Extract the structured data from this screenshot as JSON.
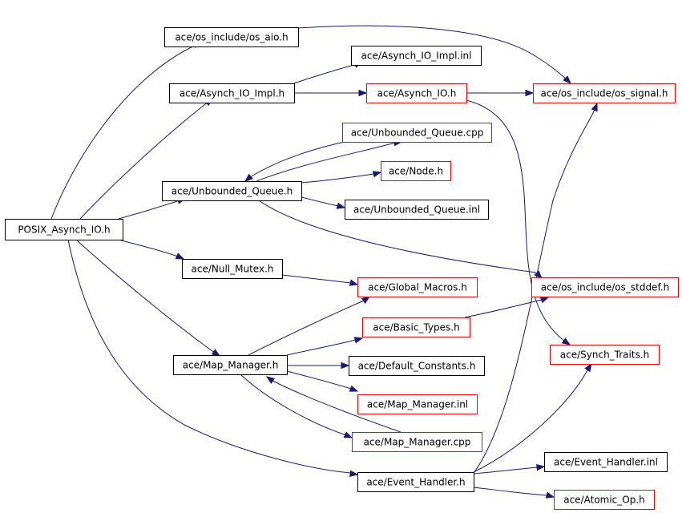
{
  "diagram": {
    "colors": {
      "edge": "#191970",
      "root_fill": "#bfbfbf",
      "border_documented": "#000000",
      "border_undocumented": "#ff0000"
    },
    "nodes": [
      {
        "id": "root",
        "label": "POSIX_Asynch_IO.h",
        "style": "root"
      },
      {
        "id": "os_aio",
        "label": "ace/os_include/os_aio.h",
        "style": "documented"
      },
      {
        "id": "aio_impl_inl",
        "label": "ace/Asynch_IO_Impl.inl",
        "style": "documented"
      },
      {
        "id": "aio_impl_h",
        "label": "ace/Asynch_IO_Impl.h",
        "style": "documented"
      },
      {
        "id": "asynch_io_h",
        "label": "ace/Asynch_IO.h",
        "style": "undocumented"
      },
      {
        "id": "os_signal",
        "label": "ace/os_include/os_signal.h",
        "style": "undocumented"
      },
      {
        "id": "uq_cpp",
        "label": "ace/Unbounded_Queue.cpp",
        "style": "undocumented"
      },
      {
        "id": "node_h",
        "label": "ace/Node.h",
        "style": "undocumented"
      },
      {
        "id": "uq_h",
        "label": "ace/Unbounded_Queue.h",
        "style": "documented"
      },
      {
        "id": "uq_inl",
        "label": "ace/Unbounded_Queue.inl",
        "style": "documented"
      },
      {
        "id": "null_mutex",
        "label": "ace/Null_Mutex.h",
        "style": "documented"
      },
      {
        "id": "global_macros",
        "label": "ace/Global_Macros.h",
        "style": "undocumented"
      },
      {
        "id": "os_stddef",
        "label": "ace/os_include/os_stddef.h",
        "style": "undocumented"
      },
      {
        "id": "basic_types",
        "label": "ace/Basic_Types.h",
        "style": "undocumented"
      },
      {
        "id": "synch_traits",
        "label": "ace/Synch_Traits.h",
        "style": "undocumented"
      },
      {
        "id": "map_manager_h",
        "label": "ace/Map_Manager.h",
        "style": "documented"
      },
      {
        "id": "default_constants",
        "label": "ace/Default_Constants.h",
        "style": "documented"
      },
      {
        "id": "map_manager_inl",
        "label": "ace/Map_Manager.inl",
        "style": "undocumented"
      },
      {
        "id": "map_manager_cpp",
        "label": "ace/Map_Manager.cpp",
        "style": "undocumented"
      },
      {
        "id": "event_handler_inl",
        "label": "ace/Event_Handler.inl",
        "style": "documented"
      },
      {
        "id": "event_handler_h",
        "label": "ace/Event_Handler.h",
        "style": "documented"
      },
      {
        "id": "atomic_op",
        "label": "ace/Atomic_Op.h",
        "style": "undocumented"
      }
    ],
    "edges": [
      {
        "from": "root",
        "to": "os_aio"
      },
      {
        "from": "root",
        "to": "aio_impl_h"
      },
      {
        "from": "root",
        "to": "uq_h"
      },
      {
        "from": "root",
        "to": "null_mutex"
      },
      {
        "from": "root",
        "to": "map_manager_h"
      },
      {
        "from": "root",
        "to": "event_handler_h"
      },
      {
        "from": "os_aio",
        "to": "os_signal"
      },
      {
        "from": "aio_impl_h",
        "to": "aio_impl_inl"
      },
      {
        "from": "aio_impl_h",
        "to": "asynch_io_h"
      },
      {
        "from": "asynch_io_h",
        "to": "os_signal"
      },
      {
        "from": "asynch_io_h",
        "to": "synch_traits"
      },
      {
        "from": "uq_h",
        "to": "uq_cpp"
      },
      {
        "from": "uq_cpp",
        "to": "uq_h"
      },
      {
        "from": "uq_h",
        "to": "node_h"
      },
      {
        "from": "uq_h",
        "to": "uq_inl"
      },
      {
        "from": "uq_h",
        "to": "os_stddef"
      },
      {
        "from": "null_mutex",
        "to": "global_macros"
      },
      {
        "from": "map_manager_h",
        "to": "global_macros"
      },
      {
        "from": "map_manager_h",
        "to": "basic_types"
      },
      {
        "from": "map_manager_h",
        "to": "default_constants"
      },
      {
        "from": "map_manager_h",
        "to": "map_manager_inl"
      },
      {
        "from": "map_manager_h",
        "to": "map_manager_cpp"
      },
      {
        "from": "map_manager_cpp",
        "to": "map_manager_h"
      },
      {
        "from": "basic_types",
        "to": "os_stddef"
      },
      {
        "from": "event_handler_h",
        "to": "os_signal"
      },
      {
        "from": "event_handler_h",
        "to": "synch_traits"
      },
      {
        "from": "event_handler_h",
        "to": "event_handler_inl"
      },
      {
        "from": "event_handler_h",
        "to": "atomic_op"
      }
    ]
  }
}
